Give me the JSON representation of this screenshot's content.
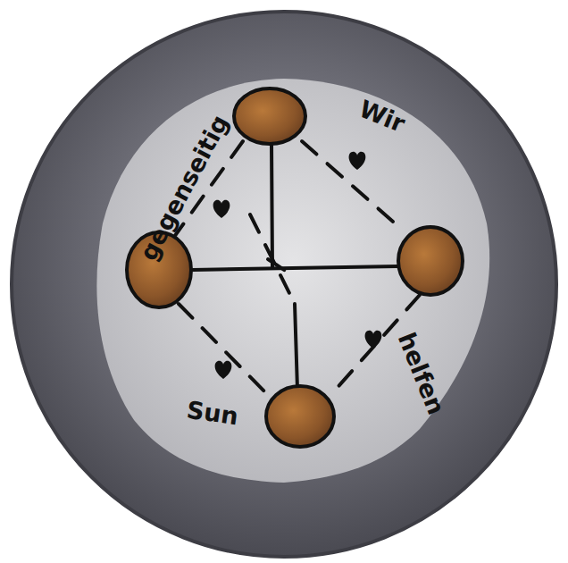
{
  "diagram": {
    "labels": [
      "gegenseitig",
      "Wir",
      "helfen",
      "Sun"
    ]
  }
}
